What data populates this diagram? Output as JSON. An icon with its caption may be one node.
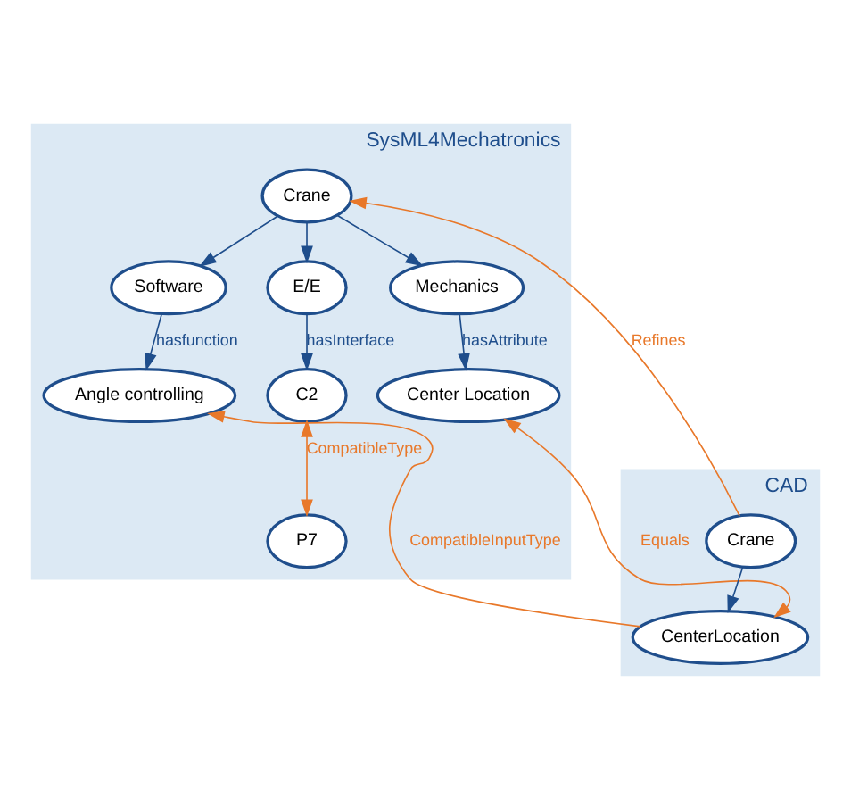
{
  "diagram": {
    "nodes": [
      {
        "text": [
          "SysML4Mechatronics"
        ]
      },
      {
        "text": [
          "Crane"
        ],
        "in": 0
      },
      {
        "text": [
          "Software"
        ],
        "in": 0
      },
      {
        "text": [
          "E/E"
        ],
        "in": 0
      },
      {
        "text": [
          "Mechanics"
        ],
        "in": 0
      },
      {
        "text": [
          "Angle controlling"
        ],
        "in": 0
      },
      {
        "text": [
          "C2"
        ],
        "in": 0
      },
      {
        "text": [
          "Center Location"
        ],
        "in": 0
      },
      {
        "text": [
          "P7"
        ],
        "in": 0
      },
      {
        "text": [
          "CAD"
        ]
      },
      {
        "text": [
          "CenterLocation"
        ],
        "in": 9
      },
      {
        "text": [
          "Crane"
        ],
        "in": 9
      }
    ],
    "edges": [
      {
        "from": 1,
        "to": 2,
        "arrow": "to"
      },
      {
        "from": 1,
        "to": 3,
        "arrow": "to"
      },
      {
        "from": 1,
        "to": 4,
        "arrow": "to"
      },
      {
        "from": 2,
        "to": 5,
        "arrow": "to",
        "label": "hasfunction"
      },
      {
        "from": 3,
        "to": 6,
        "arrow": "to",
        "label": "hasInterface"
      },
      {
        "from": 4,
        "to": 7,
        "arrow": "to",
        "label": "hasAttribute"
      },
      {
        "from": 6,
        "to": 8,
        "arrow": "both",
        "label": "CompatibleType",
        "color": "#e8782a"
      },
      {
        "from": 10,
        "to": 5,
        "arrow": "to",
        "label": "CompatibleInputType",
        "color": "#e8782a"
      },
      {
        "from": 10,
        "to": 7,
        "arrow": "both",
        "label": "Equals",
        "color": "#e8782a"
      },
      {
        "from": 11,
        "to": 10,
        "arrow": "to"
      },
      {
        "from": 11,
        "to": 1,
        "arrow": "to",
        "label": "Refines",
        "color": "#e8782a"
      }
    ]
  }
}
